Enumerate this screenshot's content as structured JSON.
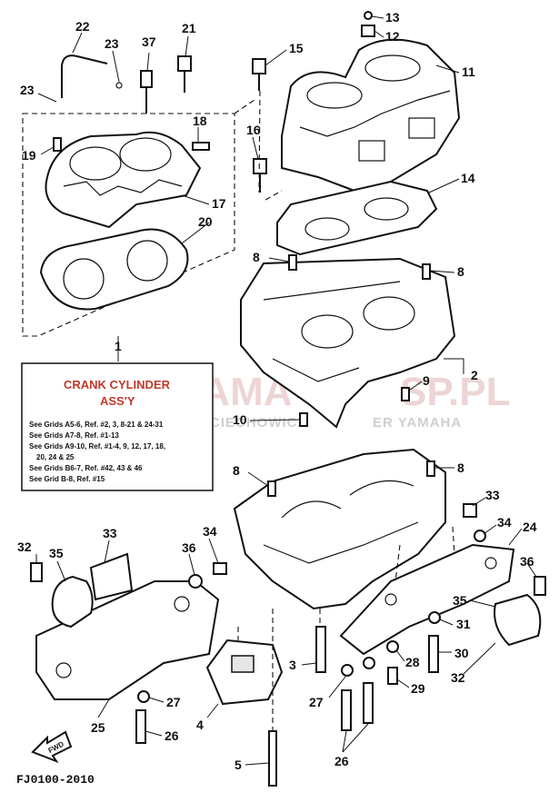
{
  "diagram": {
    "drawing_code": "FJ0100-2010",
    "fwd_label": "FWD",
    "watermark": {
      "brand": "YAMA",
      "domain_suffix": "SP.PL",
      "line2": "WOLCIECHOWICZ",
      "line3": "ER YAMAHA"
    },
    "assembly_box": {
      "ref_number": "1",
      "title_line1": "CRANK CYLINDER",
      "title_line2": "ASS'Y",
      "lines": [
        "See Grids A5-6, Ref. #2, 3, 8-21 & 24-31",
        "See Grids A7-8, Ref. #1-13",
        "See Grids A9-10, Ref. #1-4, 9, 12, 17, 18,",
        "20, 24 & 25",
        "See Grids B6-7, Ref. #42, 43 & 46",
        "See Grid B-8, Ref. #15"
      ]
    },
    "callouts": [
      "22",
      "23",
      "37",
      "21",
      "13",
      "12",
      "11",
      "15",
      "23",
      "19",
      "18",
      "17",
      "16",
      "20",
      "14",
      "8",
      "8",
      "2",
      "9",
      "10",
      "8",
      "8",
      "33",
      "34",
      "24",
      "36",
      "32",
      "35",
      "33",
      "34",
      "36",
      "35",
      "31",
      "3",
      "28",
      "30",
      "27",
      "29",
      "32",
      "25",
      "27",
      "4",
      "26",
      "26",
      "5"
    ]
  }
}
